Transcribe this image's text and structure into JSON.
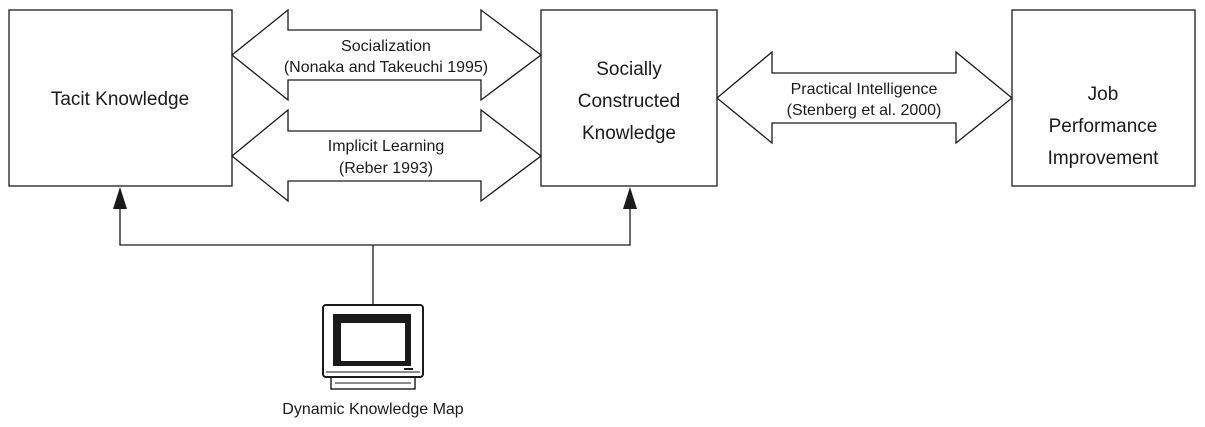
{
  "nodes": {
    "tacit_knowledge": {
      "lines": [
        "Tacit Knowledge"
      ]
    },
    "socially_constructed": {
      "lines": [
        "Socially",
        "Constructed",
        "Knowledge"
      ]
    },
    "job_performance": {
      "lines": [
        "Job",
        "Performance",
        "Improvement"
      ]
    }
  },
  "links": {
    "socialization": {
      "line1": "Socialization",
      "line2": "(Nonaka and Takeuchi 1995)"
    },
    "implicit_learning": {
      "line1": "Implicit Learning",
      "line2": "(Reber 1993)"
    },
    "practical_intelligence": {
      "line1": "Practical Intelligence",
      "line2": "(Stenberg et al. 2000)"
    }
  },
  "map": {
    "label": "Dynamic Knowledge Map",
    "icon": "computer-monitor-icon"
  }
}
